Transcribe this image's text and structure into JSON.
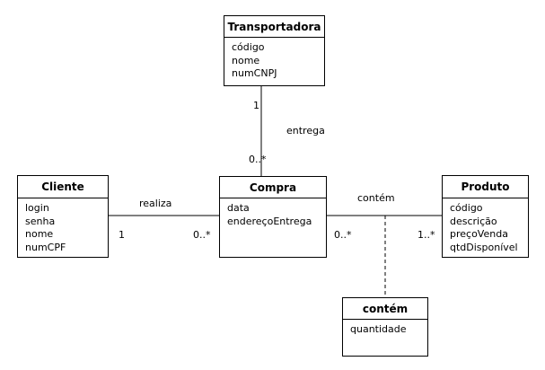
{
  "classes": {
    "transportadora": {
      "name": "Transportadora",
      "attributes": [
        "código",
        "nome",
        "numCNPJ"
      ]
    },
    "cliente": {
      "name": "Cliente",
      "attributes": [
        "login",
        "senha",
        "nome",
        "numCPF"
      ]
    },
    "compra": {
      "name": "Compra",
      "attributes": [
        "data",
        "endereçoEntrega"
      ]
    },
    "produto": {
      "name": "Produto",
      "attributes": [
        "código",
        "descrição",
        "preçoVenda",
        "qtdDisponível"
      ]
    },
    "contem": {
      "name": "contém",
      "attributes": [
        "quantidade"
      ]
    }
  },
  "associations": {
    "entrega": {
      "name": "entrega",
      "mult_transportadora": "1",
      "mult_compra": "0..*"
    },
    "realiza": {
      "name": "realiza",
      "mult_cliente": "1",
      "mult_compra": "0..*"
    },
    "contem": {
      "name": "contém",
      "mult_compra": "0..*",
      "mult_produto": "1..*"
    }
  }
}
